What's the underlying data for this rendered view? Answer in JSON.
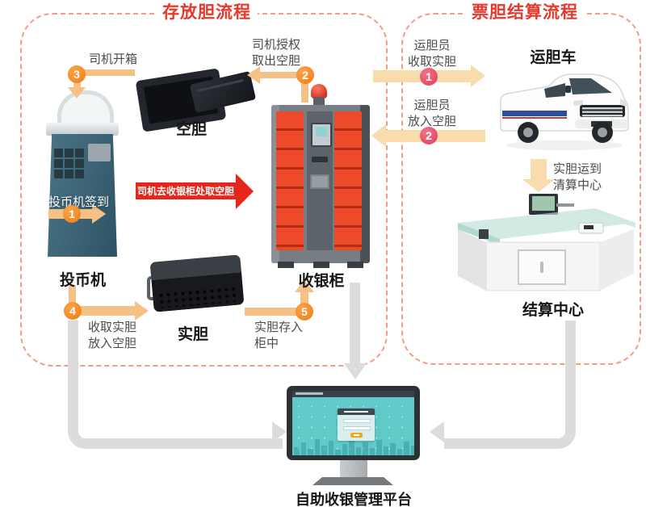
{
  "sections": {
    "left": {
      "title": "存放胆流程"
    },
    "right": {
      "title": "票胆结算流程"
    }
  },
  "nodes": {
    "empty_canister": {
      "label": "空胆"
    },
    "coin_machine": {
      "label": "投币机"
    },
    "cash_cabinet": {
      "label": "收银柜"
    },
    "full_canister": {
      "label": "实胆"
    },
    "van": {
      "label": "运胆车"
    },
    "settlement_center": {
      "label": "结算中心"
    },
    "platform": {
      "label": "自助收银管理平台"
    }
  },
  "steps": {
    "s1": {
      "num": "1",
      "text": "投币机签到"
    },
    "s2": {
      "num": "2",
      "line1": "司机授权",
      "line2": "取出空胆"
    },
    "s3": {
      "num": "3",
      "text": "司机开箱"
    },
    "s4": {
      "num": "4",
      "line1": "收取实胆",
      "line2": "放入空胆"
    },
    "s5": {
      "num": "5",
      "line1": "实胆存入",
      "line2": "柜中"
    },
    "red": {
      "text": "司机去收银柜处取空胆"
    },
    "r1": {
      "num": "1",
      "line1": "运胆员",
      "line2": "收取实胆"
    },
    "r2": {
      "num": "2",
      "line1": "运胆员",
      "line2": "放入空胆"
    },
    "transport": {
      "line1": "实胆运到",
      "line2": "清算中心"
    }
  },
  "colors": {
    "section_title": "#e8382b",
    "dashed_border": "#f59a85",
    "badge_orange": "#f08224",
    "badge_crimson": "#e84a64",
    "arrow_light_orange": "#f8dcae",
    "arrow_red": "#e5271b",
    "connector_gray": "#dcdcdc",
    "cabinet_red": "#e2391f",
    "machine_teal": "#3b6375",
    "screen_teal": "#62c9c9"
  }
}
